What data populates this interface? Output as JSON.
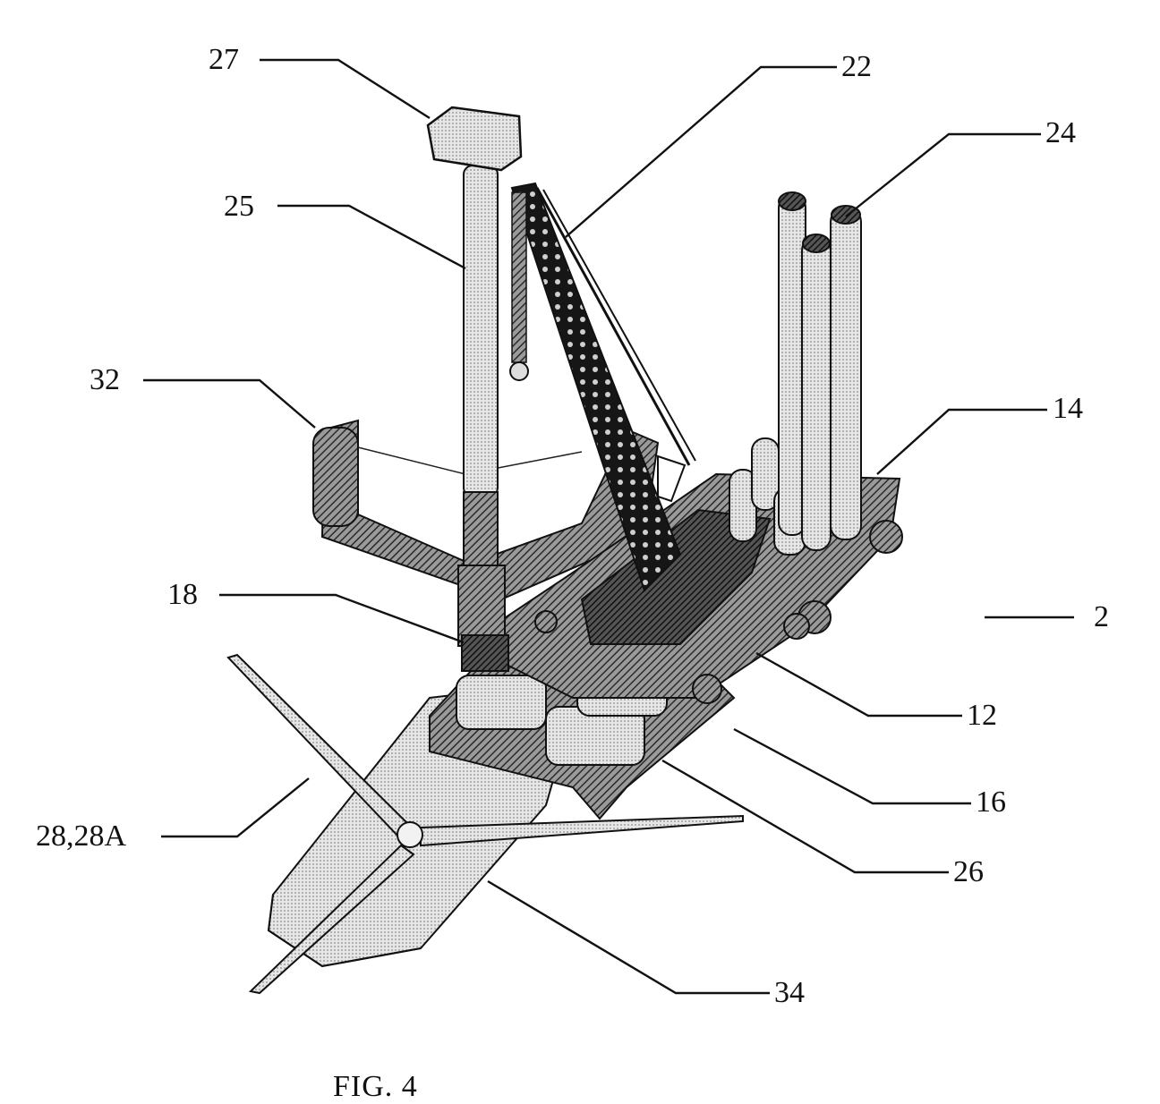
{
  "figure": {
    "caption": "FIG. 4",
    "subject": "Jack-up vessel with crane, tower section, wind turbine rotor and transport platform"
  },
  "reference_numerals": {
    "r27": "27",
    "r22": "22",
    "r24": "24",
    "r25": "25",
    "r32": "32",
    "r14": "14",
    "r18": "18",
    "r2": "2",
    "r12": "12",
    "r16": "16",
    "r28": "28,28A",
    "r26": "26",
    "r34": "34"
  },
  "components": [
    {
      "ref": "2",
      "name": "assembly"
    },
    {
      "ref": "12",
      "name": "deck"
    },
    {
      "ref": "14",
      "name": "hull corner"
    },
    {
      "ref": "16",
      "name": "jack-up leg base"
    },
    {
      "ref": "18",
      "name": "tower support"
    },
    {
      "ref": "22",
      "name": "crane"
    },
    {
      "ref": "24",
      "name": "legs"
    },
    {
      "ref": "25",
      "name": "tower"
    },
    {
      "ref": "26",
      "name": "nacelle cradle"
    },
    {
      "ref": "27",
      "name": "nacelle"
    },
    {
      "ref": "28,28A",
      "name": "rotor blades"
    },
    {
      "ref": "32",
      "name": "support frame"
    },
    {
      "ref": "34",
      "name": "platform"
    }
  ],
  "colors": {
    "ink": "#111111",
    "light_fill": "#d9d9d9",
    "mid_fill": "#8a8a8a",
    "dark_fill": "#3c3c3c",
    "background": "#ffffff"
  }
}
